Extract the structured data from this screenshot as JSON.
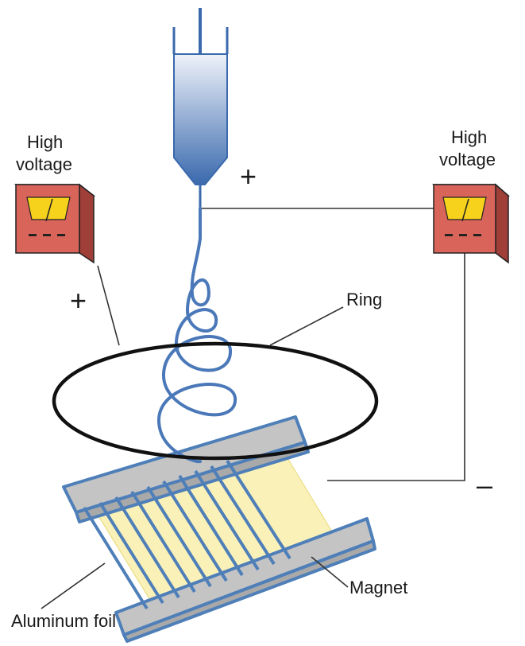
{
  "labels": {
    "hv_left_line1": "High",
    "hv_left_line2": "voltage",
    "hv_right_line1": "High",
    "hv_right_line2": "voltage",
    "ring": "Ring",
    "magnet": "Magnet",
    "aluminum_foil": "Aluminum foil"
  },
  "signs": {
    "needle_plus": "+",
    "left_plus": "+",
    "right_minus": "–"
  },
  "colors": {
    "syringe_top": "#e8eef8",
    "syringe_bottom": "#3f6fb0",
    "fiber": "#4a78b8",
    "meter_box": "#d9645a",
    "meter_dial": "#f6d21c",
    "foil": "#faf1b8",
    "magnet_fill": "#c8c8c8",
    "magnet_edge": "#4f7fb8",
    "ring": "#111111",
    "wire": "#333333"
  }
}
